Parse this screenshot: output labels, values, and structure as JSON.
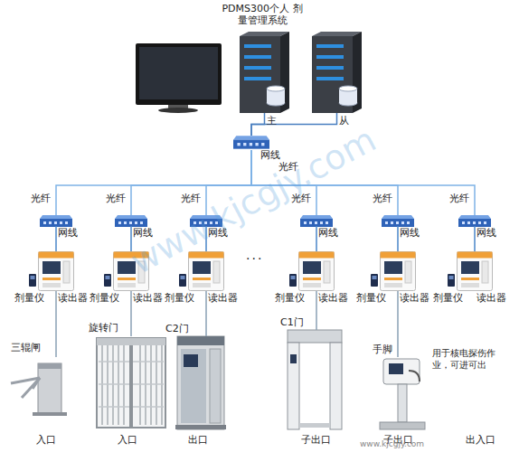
{
  "diagram": {
    "title": "PDMS300个人 剂量管理系统",
    "nodes": [
      {
        "text": [
          "主"
        ]
      },
      {
        "text": [
          "从"
        ]
      },
      {
        "text": [
          "网线"
        ]
      },
      {
        "text": [
          "网线"
        ]
      },
      {
        "text": [
          "网线"
        ]
      },
      {
        "text": [
          "网线"
        ]
      },
      {
        "text": [
          "网线"
        ]
      },
      {
        "text": [
          "网线"
        ]
      },
      {
        "text": [
          "网线"
        ]
      },
      {
        "text": [
          "读出器"
        ]
      },
      {
        "text": [
          "读出器"
        ]
      },
      {
        "text": [
          "读出器"
        ]
      },
      {
        "text": [
          "读出器"
        ]
      },
      {
        "text": [
          "读出器"
        ]
      },
      {
        "text": [
          "读出器"
        ]
      },
      {
        "text": [
          "三辊闸",
          "入口"
        ]
      },
      {
        "text": [
          "旋转门",
          "入口"
        ]
      },
      {
        "text": [
          "C2门",
          "出口"
        ]
      },
      {
        "text": [
          "C1门",
          "子出口"
        ]
      },
      {
        "text": [
          "手脚",
          "子出口"
        ]
      }
    ],
    "edges": [
      {
        "from": 2,
        "to": 0,
        "arrow": "none"
      },
      {
        "from": 2,
        "to": 1,
        "arrow": "none"
      },
      {
        "from": 2,
        "to": 3,
        "label": "光纤",
        "arrow": "none"
      },
      {
        "from": 2,
        "to": 4,
        "label": "光纤",
        "arrow": "none"
      },
      {
        "from": 2,
        "to": 5,
        "label": "光纤",
        "arrow": "none"
      },
      {
        "from": 2,
        "to": 6,
        "label": "光纤",
        "arrow": "none"
      },
      {
        "from": 2,
        "to": 7,
        "label": "光纤",
        "arrow": "none"
      },
      {
        "from": 2,
        "to": 8,
        "label": "光纤",
        "arrow": "none"
      },
      {
        "from": 3,
        "to": 9,
        "arrow": "none"
      },
      {
        "from": 4,
        "to": 10,
        "arrow": "none"
      },
      {
        "from": 5,
        "to": 11,
        "arrow": "none"
      },
      {
        "from": 6,
        "to": 12,
        "arrow": "none"
      },
      {
        "from": 7,
        "to": 13,
        "arrow": "none"
      },
      {
        "from": 8,
        "to": 14,
        "arrow": "none"
      },
      {
        "from": 9,
        "to": 15,
        "arrow": "none"
      },
      {
        "from": 10,
        "to": 16,
        "arrow": "none"
      },
      {
        "from": 11,
        "to": 17,
        "arrow": "none"
      },
      {
        "from": 12,
        "to": 18,
        "arrow": "none"
      },
      {
        "from": 13,
        "to": 19,
        "arrow": "none"
      }
    ],
    "labels": [
      "光纤",
      "剂量仪",
      "剂量仪",
      "剂量仪",
      "剂量仪",
      "剂量仪",
      "剂量仪",
      "···",
      "用于核电探伤作业，可进可出",
      "出入口",
      "www.kjcgjy.com",
      "www.kjcgjy.com"
    ]
  }
}
